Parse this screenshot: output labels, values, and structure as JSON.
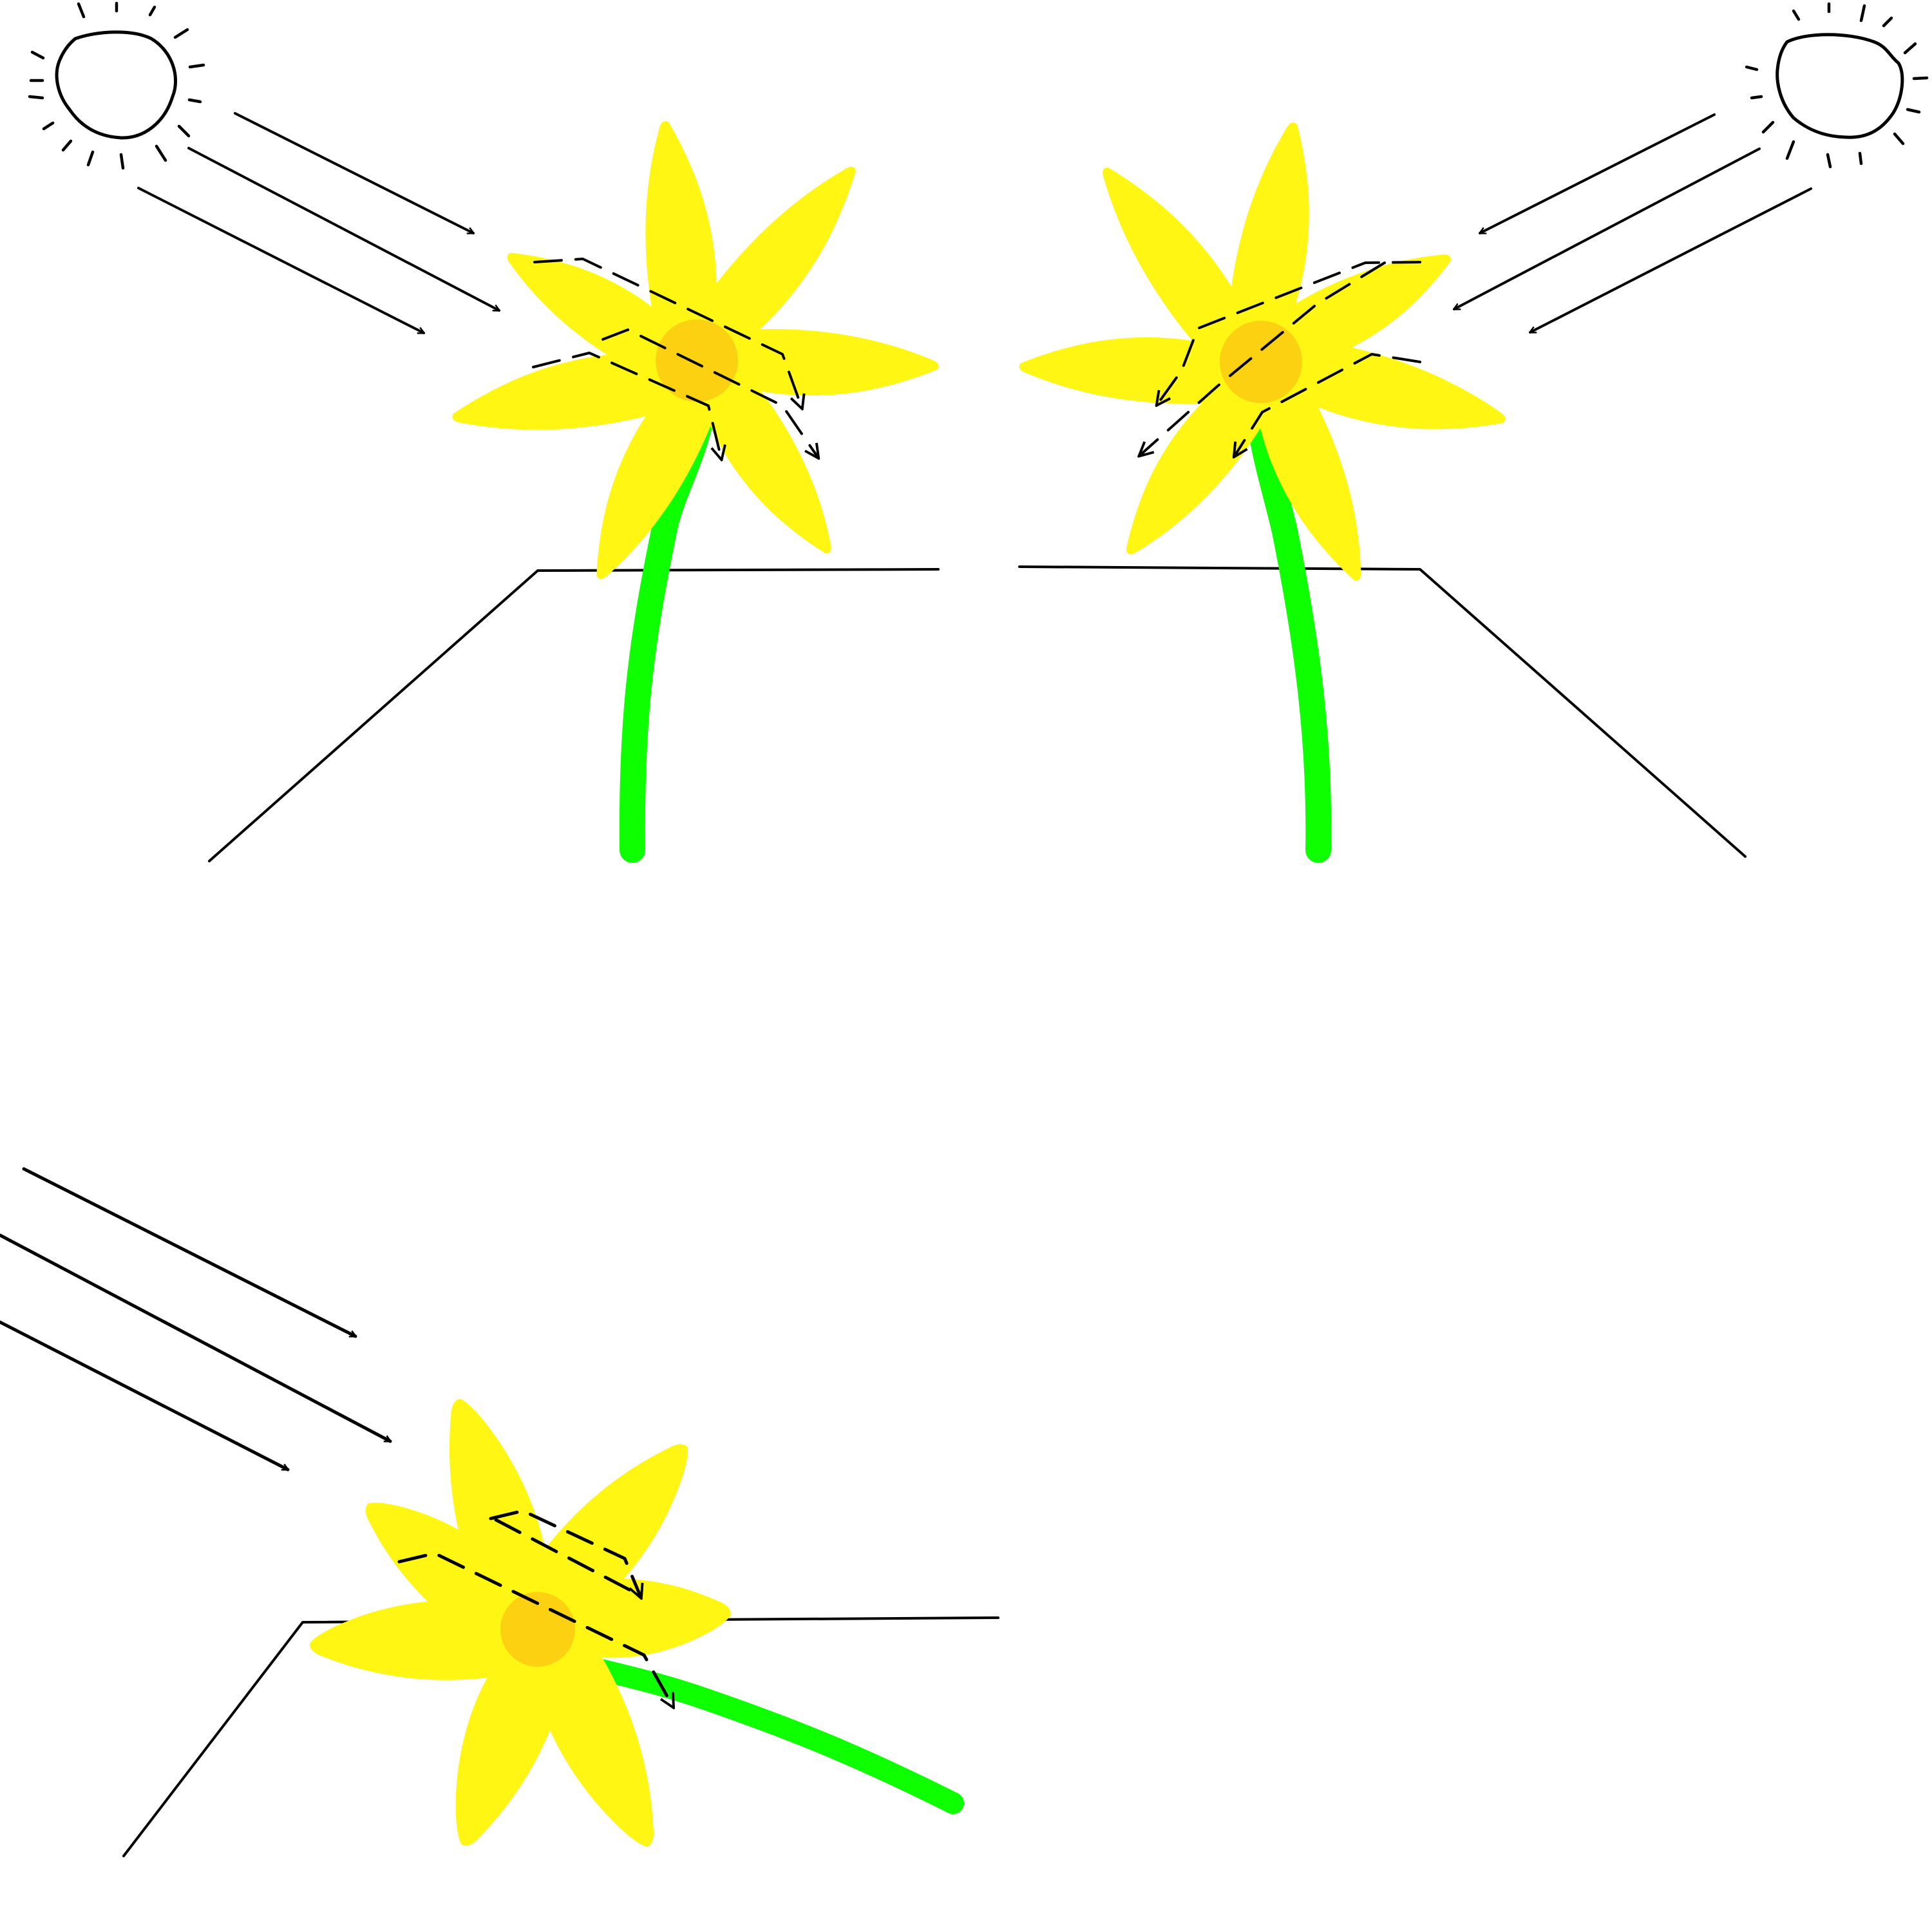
{
  "colors": {
    "background": "#ffffff",
    "petal": "#fff614",
    "flower_center": "#fcd111",
    "stem": "#0dff00",
    "ink": "#000000"
  },
  "scenes": [
    {
      "id": "top-left",
      "has_sun": true,
      "light_from": "upper-left",
      "stem": "upright"
    },
    {
      "id": "top-right",
      "has_sun": true,
      "light_from": "upper-right",
      "stem": "upright"
    },
    {
      "id": "bottom-left",
      "has_sun": false,
      "light_from": "upper-left",
      "stem": "lying"
    }
  ],
  "icons": [
    "sun-icon",
    "flower-icon",
    "arrow-icon"
  ]
}
